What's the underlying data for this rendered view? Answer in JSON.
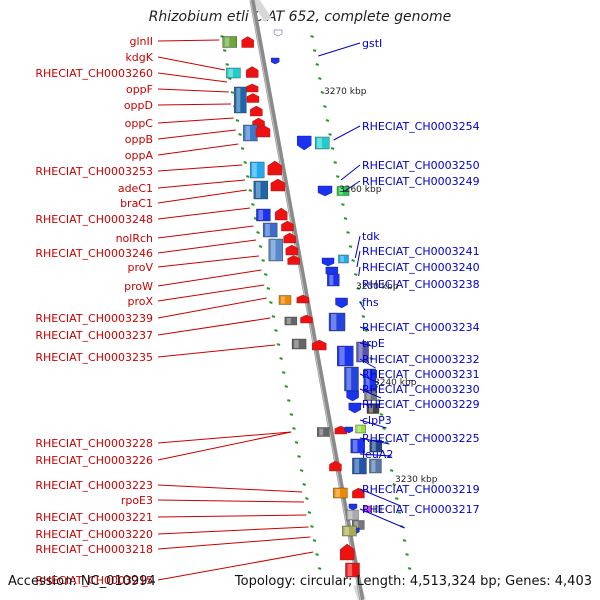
{
  "title": "Rhizobium etli CIAT 652, complete genome",
  "footer": {
    "accession": "Accession: NC_010994",
    "summary": "Topology: circular; Length: 4,513,324 bp; Genes: 4,403"
  },
  "colors": {
    "left_labels": "#cc0000",
    "right_labels": "#0000cc",
    "axis": "#8a8a8a",
    "tick": "#2e9a2e"
  },
  "left_labels": [
    "glnII",
    "kdgK",
    "RHECIAT_CH0003260",
    "oppF",
    "oppD",
    "oppC",
    "oppB",
    "oppA",
    "RHECIAT_CH0003253",
    "adeC1",
    "braC1",
    "RHECIAT_CH0003248",
    "nolRch",
    "RHECIAT_CH0003246",
    "proV",
    "proW",
    "proX",
    "RHECIAT_CH0003239",
    "RHECIAT_CH0003237",
    "RHECIAT_CH0003235",
    "RHECIAT_CH0003228",
    "RHECIAT_CH0003226",
    "RHECIAT_CH0003223",
    "rpoE3",
    "RHECIAT_CH0003221",
    "RHECIAT_CH0003220",
    "RHECIAT_CH0003218",
    "RHECIAT_CH0003215"
  ],
  "right_labels": [
    "gstI",
    "RHECIAT_CH0003254",
    "RHECIAT_CH0003250",
    "RHECIAT_CH0003249",
    "tdk",
    "RHECIAT_CH0003241",
    "RHECIAT_CH0003240",
    "RHECIAT_CH0003238",
    "fhs",
    "RHECIAT_CH0003234",
    "trpE",
    "RHECIAT_CH0003232",
    "RHECIAT_CH0003231",
    "RHECIAT_CH0003230",
    "RHECIAT_CH0003229",
    "clpP3",
    "RHECIAT_CH0003225",
    "leuA2",
    "RHECIAT_CH0003219",
    "RHECIAT_CH0003217"
  ],
  "scale_labels": [
    "3270 kbp",
    "3260 kbp",
    "3250 kbp",
    "3240 kbp",
    "3230 kbp"
  ]
}
